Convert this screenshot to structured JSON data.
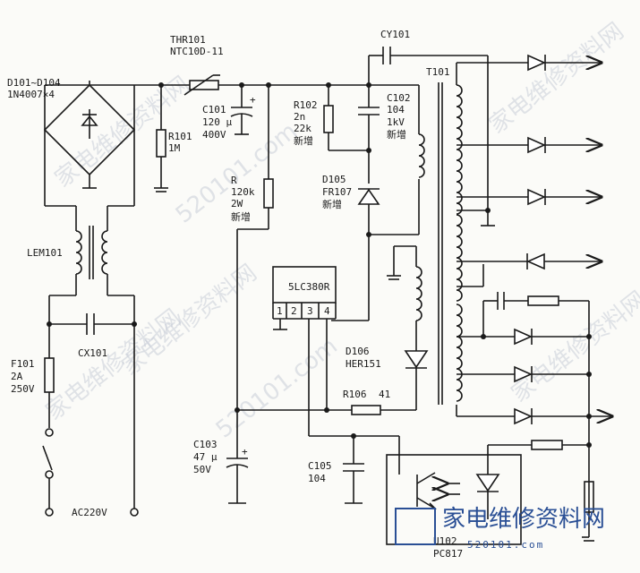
{
  "watermarks": [
    "家电维修资料网",
    "520101.com",
    "家电维修资料网",
    "家电维修资料网",
    "520101.com",
    "家电维修资料网",
    "家电维修资料网"
  ],
  "components": {
    "bridge": {
      "ref": "D101~D104",
      "value": "1N4007×4"
    },
    "thr": {
      "ref": "THR101",
      "value": "NTC10D-11"
    },
    "c101": {
      "ref": "C101",
      "value1": "120 μ",
      "value2": "400V"
    },
    "r101": {
      "ref": "R101",
      "value": "1M"
    },
    "r102": {
      "ref": "R102",
      "value1": "2n",
      "value2": "22k",
      "note": "新增"
    },
    "c102": {
      "ref": "C102",
      "value1": "104",
      "value2": "1kV",
      "note": "新增"
    },
    "cy101": {
      "ref": "CY101"
    },
    "t101": {
      "ref": "T101"
    },
    "r_new": {
      "ref": "R",
      "value1": "120k",
      "value2": "2W",
      "note": "新增"
    },
    "d105": {
      "ref": "D105",
      "value": "FR107",
      "note": "新增"
    },
    "lem101": {
      "ref": "LEM101"
    },
    "ic": {
      "name": "5LC380R",
      "pins": [
        "1",
        "2",
        "3",
        "4"
      ]
    },
    "cx101": {
      "ref": "CX101"
    },
    "f101": {
      "ref": "F101",
      "value1": "2A",
      "value2": "250V"
    },
    "d106": {
      "ref": "D106",
      "value": "HER151"
    },
    "r106": {
      "ref": "R106",
      "value": "41"
    },
    "c103": {
      "ref": "C103",
      "value1": "47 μ",
      "value2": "50V"
    },
    "c105": {
      "ref": "C105",
      "value": "104"
    },
    "ac": {
      "label": "AC220V"
    },
    "u102": {
      "ref": "U102",
      "value": "PC817"
    }
  },
  "logo": {
    "text": "家电维修资料网",
    "url": "520101.com"
  }
}
